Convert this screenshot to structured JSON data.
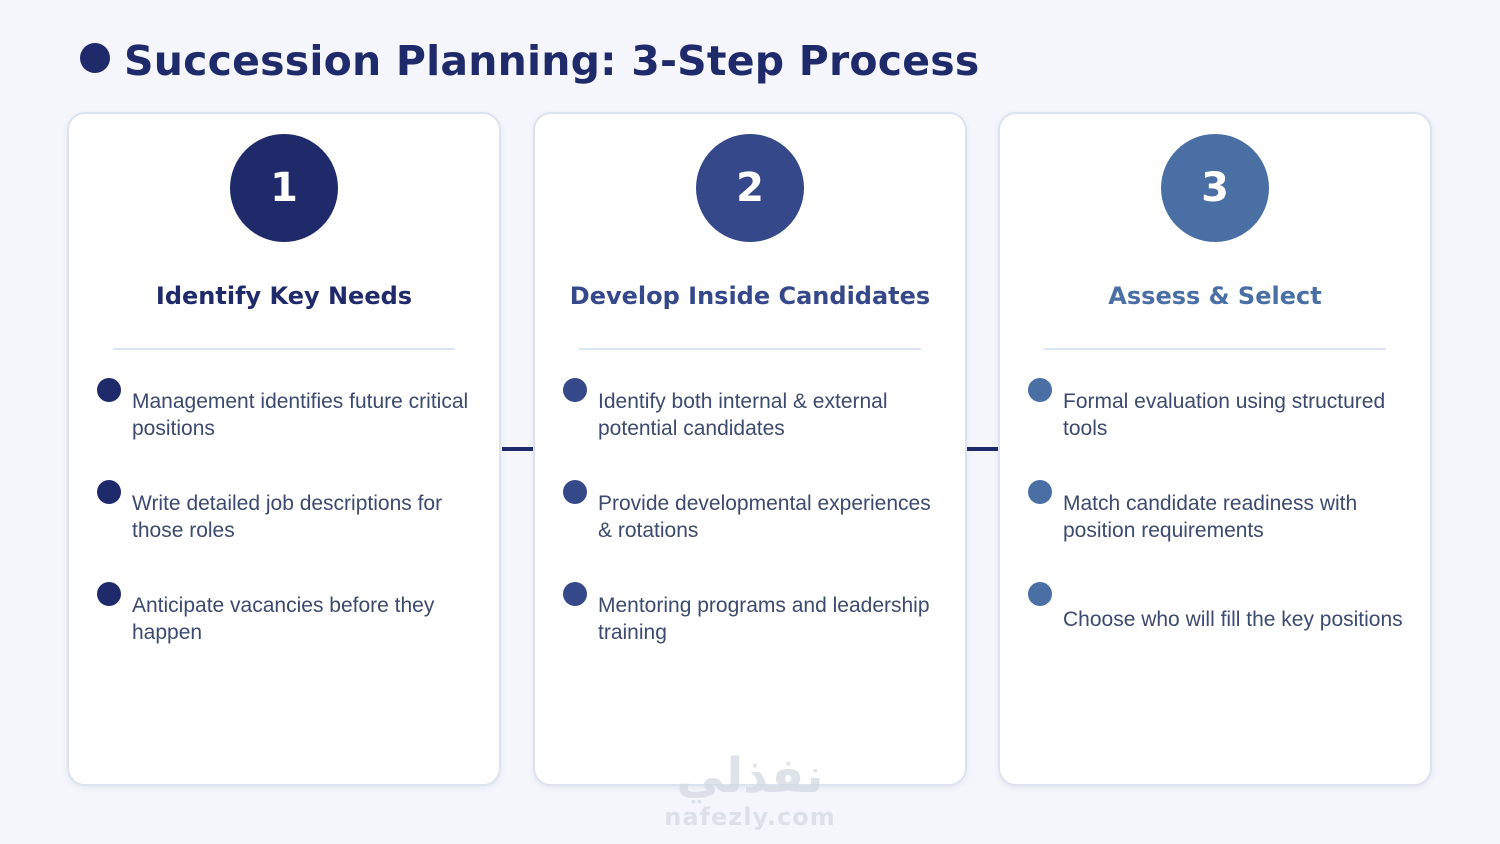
{
  "page": {
    "title": "Succession Planning: 3-Step Process"
  },
  "colors": {
    "step1": "#1f2a6b",
    "step2": "#35488a",
    "step3": "#4a6fa5"
  },
  "steps": [
    {
      "number": "1",
      "title": "Identify Key Needs",
      "bullets": [
        "Management identifies future critical positions",
        "Write detailed job descriptions for those roles",
        "Anticipate vacancies before they happen"
      ]
    },
    {
      "number": "2",
      "title": "Develop Inside Candidates",
      "bullets": [
        "Identify both internal & external potential candidates",
        "Provide developmental experiences & rotations",
        "Mentoring programs and leadership training"
      ]
    },
    {
      "number": "3",
      "title": "Assess & Select",
      "bullets": [
        "Formal evaluation using structured tools",
        "Match candidate readiness with position requirements",
        "Choose who will fill the key positions"
      ]
    }
  ],
  "watermark": {
    "arabic": "نفذلي",
    "latin": "nafezly.com"
  }
}
